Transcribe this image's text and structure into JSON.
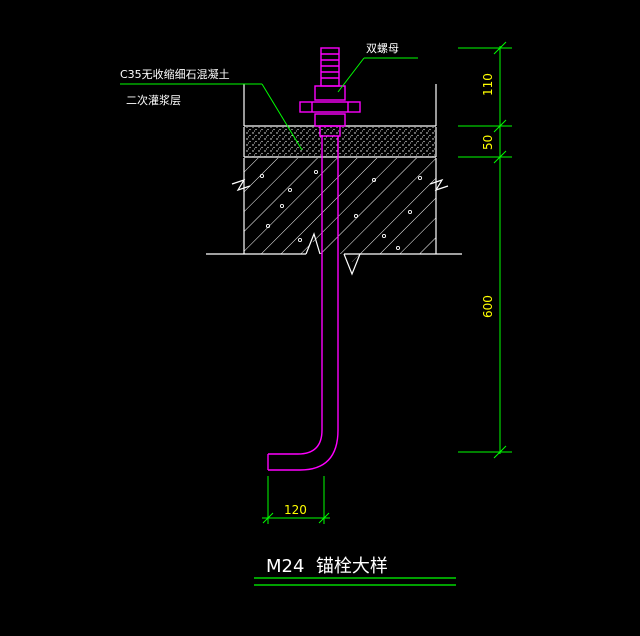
{
  "labels": {
    "concrete": "C35无收缩细石混凝土",
    "grout": "二次灌浆层",
    "nut": "双螺母"
  },
  "dimensions": {
    "top": "110",
    "middle": "50",
    "embed": "600",
    "hook": "120"
  },
  "title": "M24  锚栓大样",
  "colors": {
    "background": "#000000",
    "outline": "#ffffff",
    "bolt": "#ff00ff",
    "dimension": "#00ff00",
    "dimension_text": "#ffff00",
    "leader": "#00ff00"
  }
}
